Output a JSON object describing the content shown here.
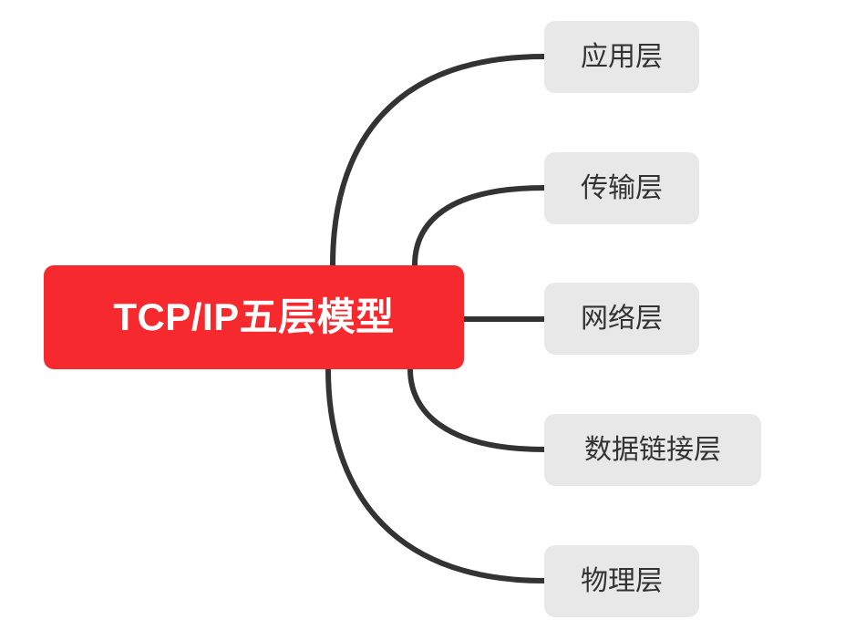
{
  "diagram": {
    "type": "mind-map",
    "title": "TCP/IP五层模型",
    "orientation": "left-root-right-branches",
    "colors": {
      "root_fill": "#F62A2E",
      "root_text": "#FFFFFF",
      "branch_fill": "#E8E8E8",
      "branch_text": "#333333",
      "connector": "#333333",
      "background": "#FFFFFF"
    },
    "root": {
      "label": "TCP/IP五层模型"
    },
    "branches": [
      {
        "label": "应用层",
        "order": 1
      },
      {
        "label": "传输层",
        "order": 2
      },
      {
        "label": "网络层",
        "order": 3
      },
      {
        "label": "数据链接层",
        "order": 4
      },
      {
        "label": "物理层",
        "order": 5
      }
    ]
  }
}
